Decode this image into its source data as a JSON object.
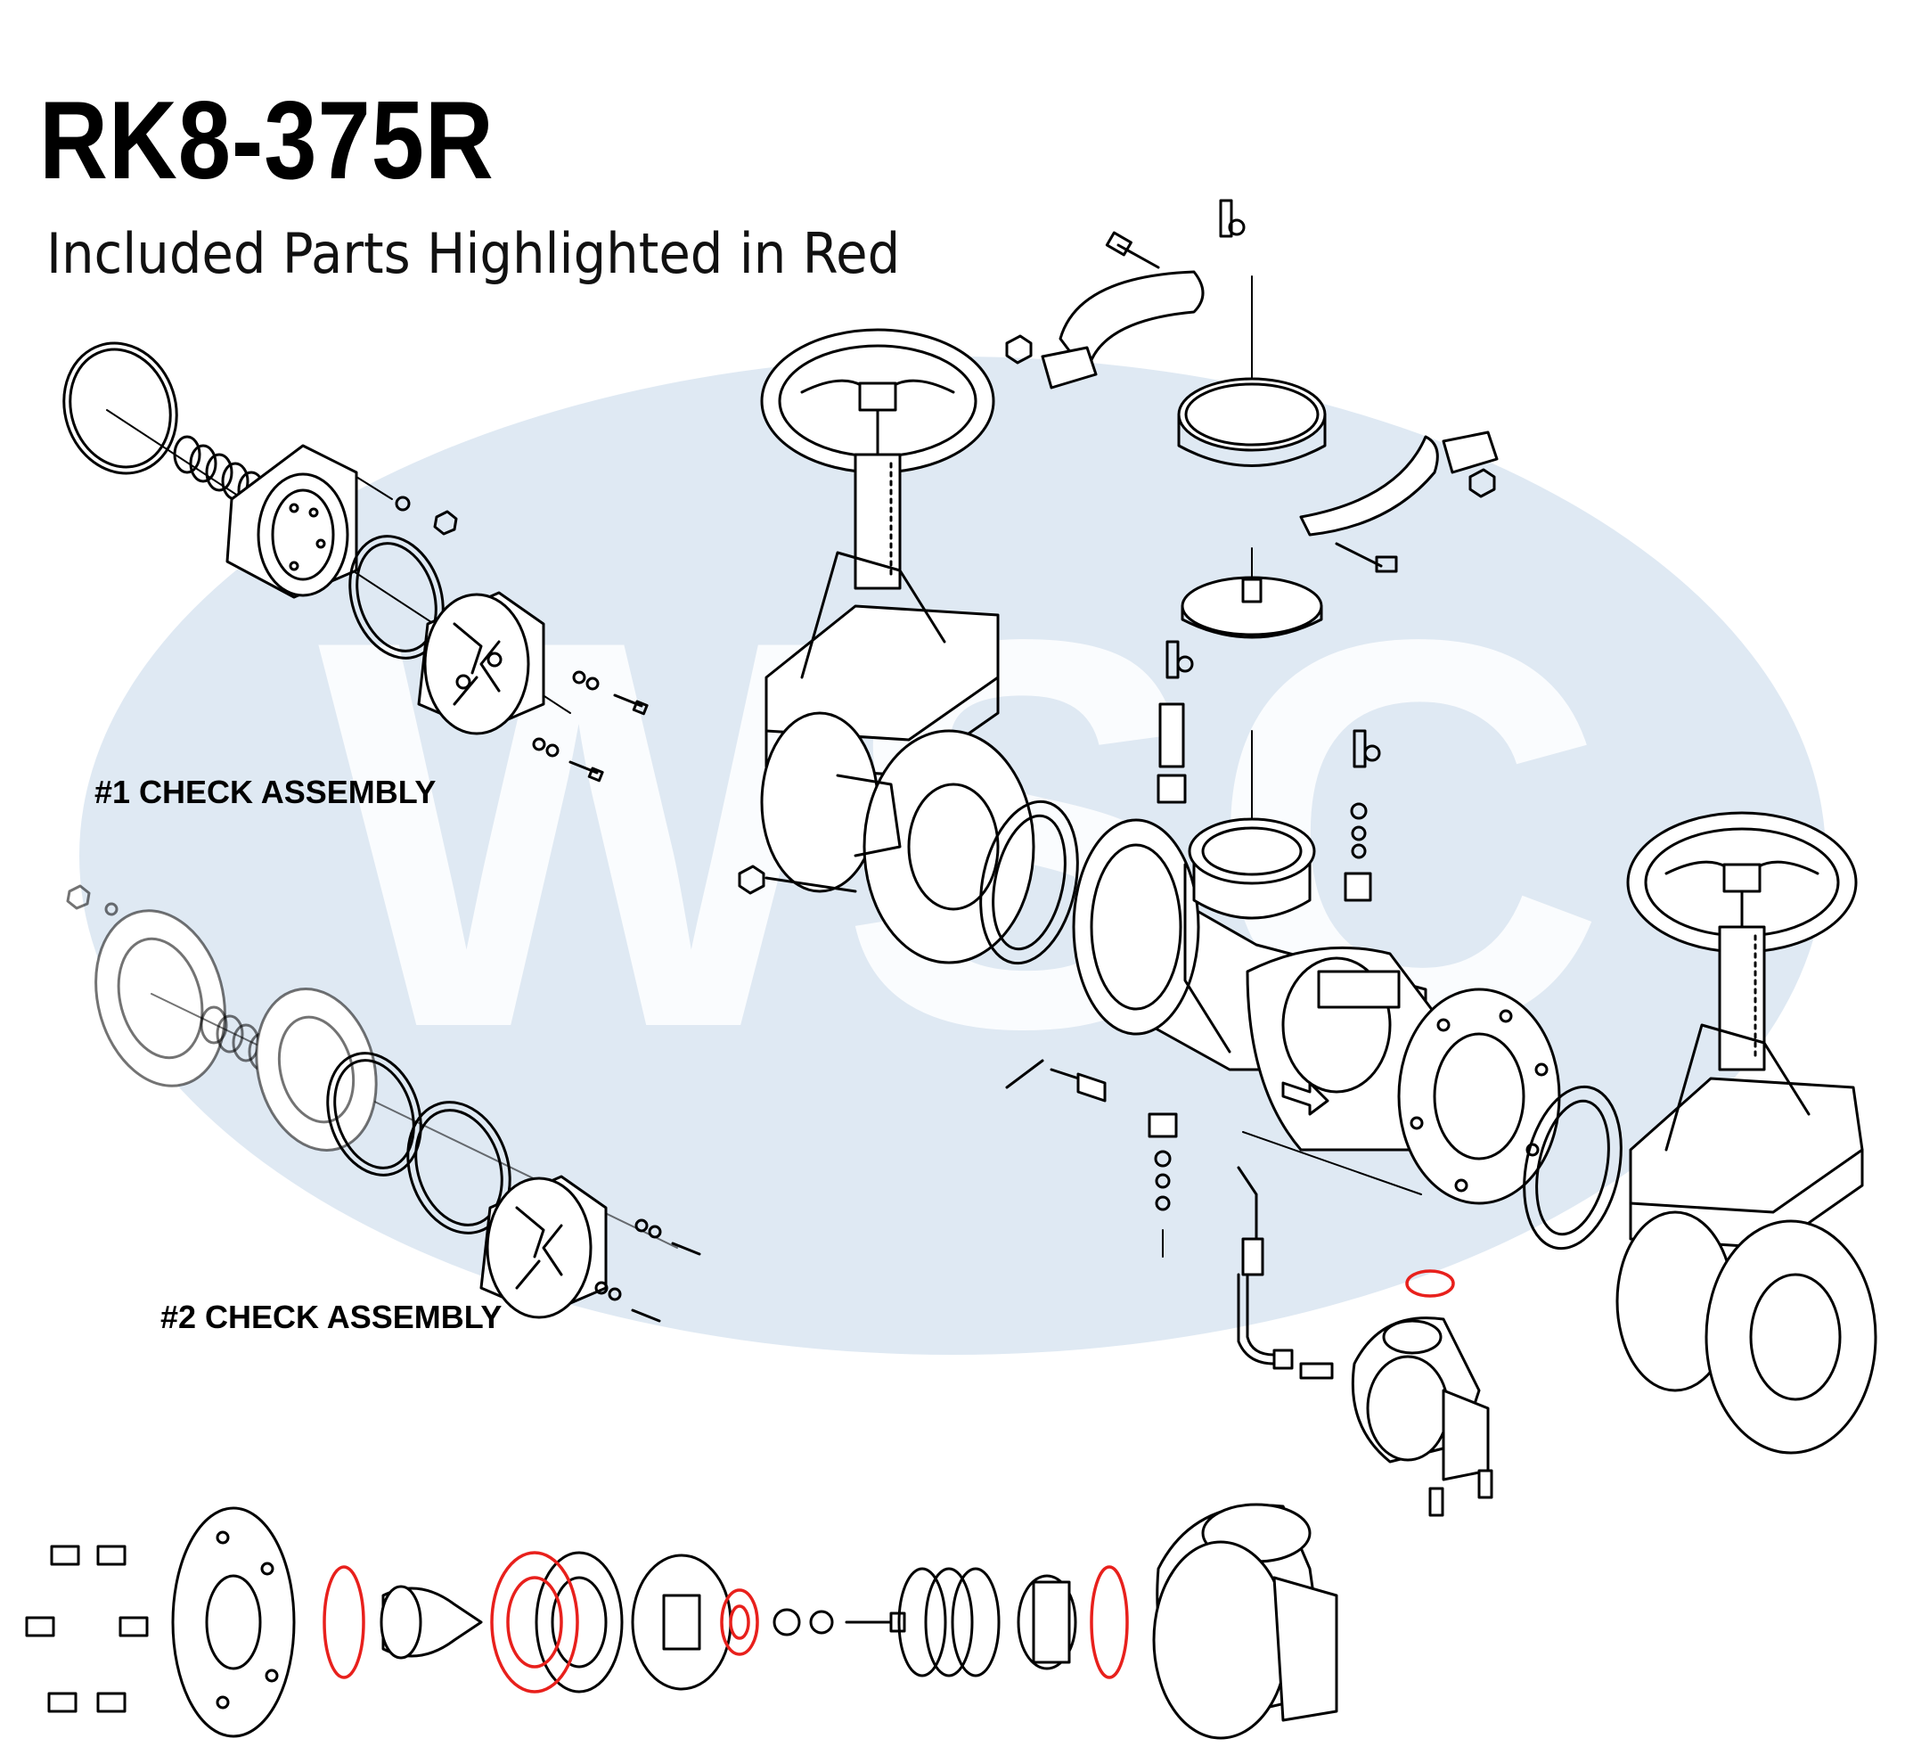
{
  "title": "RK8-375R",
  "subtitle": "Included Parts Highlighted in Red",
  "watermark": {
    "text": "WSC",
    "color": "#dfe9f3",
    "letter_color": "#ffffff"
  },
  "assemblies": [
    {
      "label": "#1 CHECK ASSEMBLY"
    },
    {
      "label": "#2 CHECK ASSEMBLY"
    }
  ],
  "colors": {
    "line": "#000000",
    "included_highlight": "#e8201c",
    "background": "#ffffff"
  }
}
